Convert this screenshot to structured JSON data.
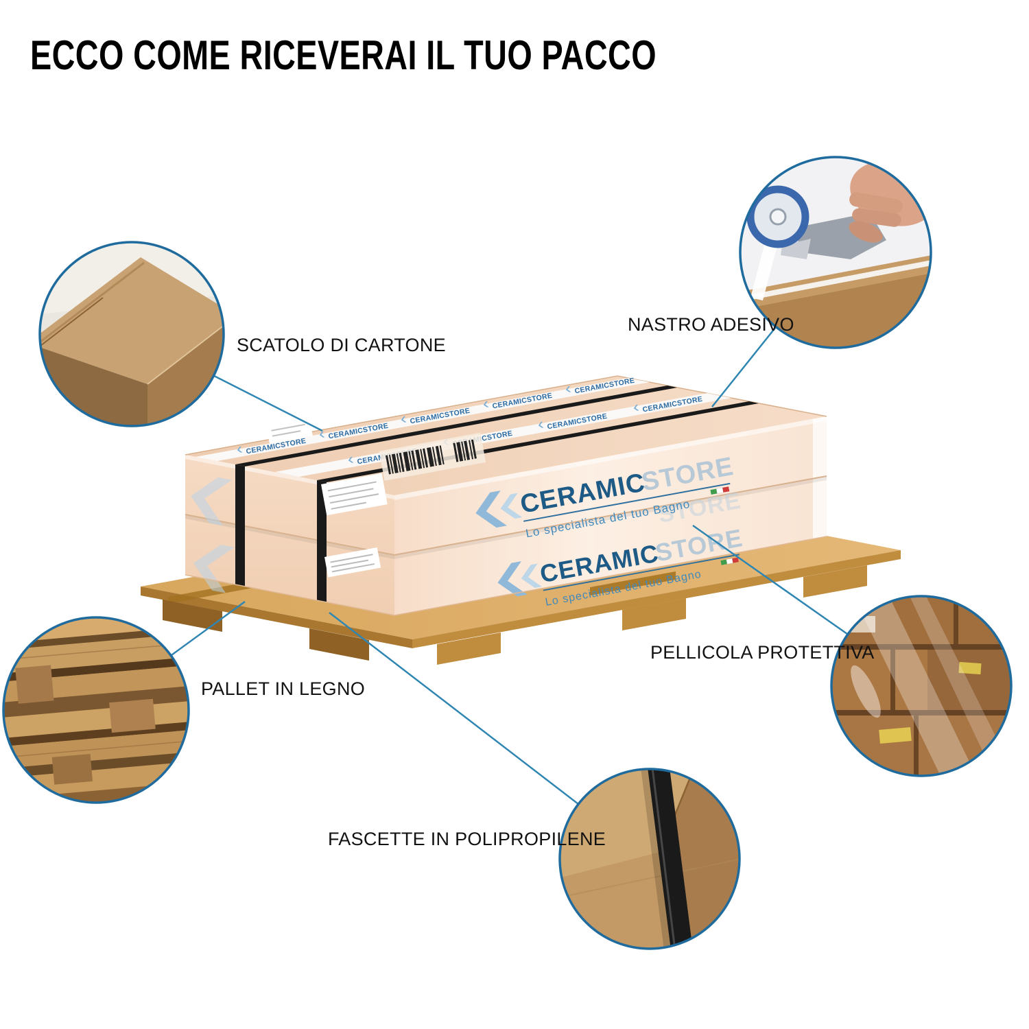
{
  "page": {
    "title": "ECCO COME RICEVERAI IL TUO PACCO"
  },
  "callouts": {
    "scatolo": {
      "label": "SCATOLO DI CARTONE",
      "photo": "cardboard-box-corner-photo"
    },
    "nastro": {
      "label": "NASTRO ADESIVO",
      "photo": "tape-dispenser-photo"
    },
    "pallet": {
      "label": "PALLET IN LEGNO",
      "photo": "wooden-pallet-photo"
    },
    "pellicola": {
      "label": "PELLICOLA PROTETTIVA",
      "photo": "shrink-wrapped-boxes-photo"
    },
    "fascette": {
      "label": "FASCETTE IN POLIPROPILENE",
      "photo": "strapped-box-photo"
    }
  },
  "brand": {
    "name_primary": "CERAMIC",
    "name_secondary": "STORE",
    "tagline": "Lo specialista del tuo Bagno",
    "tape_text": "CERAMICSTORE"
  },
  "colors": {
    "connector_blue": "#2f86b3",
    "circle_ring_blue": "#1f6b9e",
    "logo_dark_blue": "#1d5a86",
    "logo_light_blue": "#b7c9d6",
    "tagline_blue": "#4189bc",
    "carton_peach": "#f6dcc6",
    "pallet_wood": "#dcab63",
    "strap_black": "#1a1a1a"
  }
}
